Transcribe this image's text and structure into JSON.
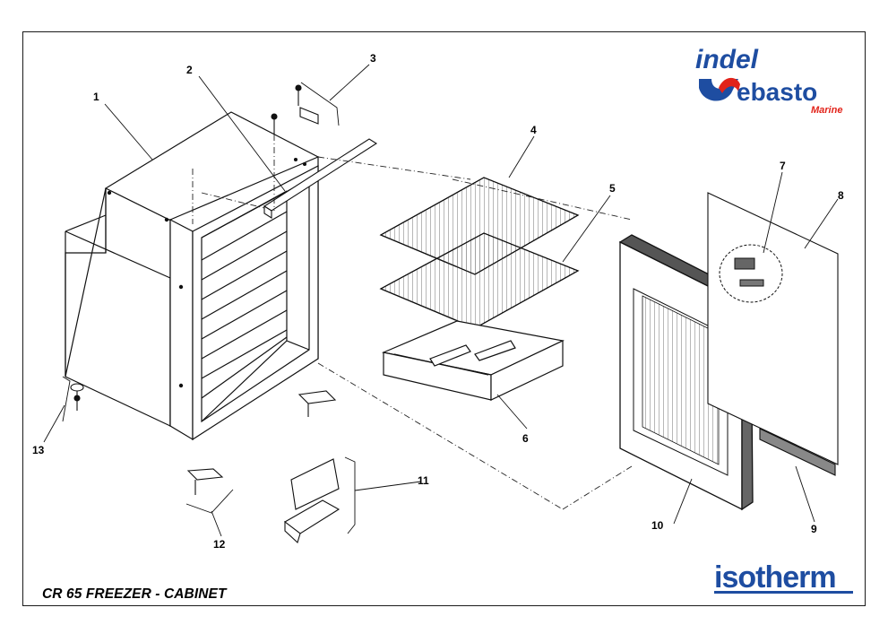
{
  "caption": "CR 65 FREEZER - CABINET",
  "brand": {
    "primary": "indel",
    "secondary": "ebasto",
    "tertiary": "Marine",
    "partner": "isotherm",
    "blue": "#1e4da1",
    "red": "#e2231a"
  },
  "callouts": [
    {
      "id": "1",
      "label": "1"
    },
    {
      "id": "2",
      "label": "2"
    },
    {
      "id": "3",
      "label": "3"
    },
    {
      "id": "4",
      "label": "4"
    },
    {
      "id": "5",
      "label": "5"
    },
    {
      "id": "6",
      "label": "6"
    },
    {
      "id": "7",
      "label": "7"
    },
    {
      "id": "8",
      "label": "8"
    },
    {
      "id": "9",
      "label": "9"
    },
    {
      "id": "10",
      "label": "10"
    },
    {
      "id": "11",
      "label": "11"
    },
    {
      "id": "12",
      "label": "12"
    },
    {
      "id": "13",
      "label": "13"
    }
  ]
}
